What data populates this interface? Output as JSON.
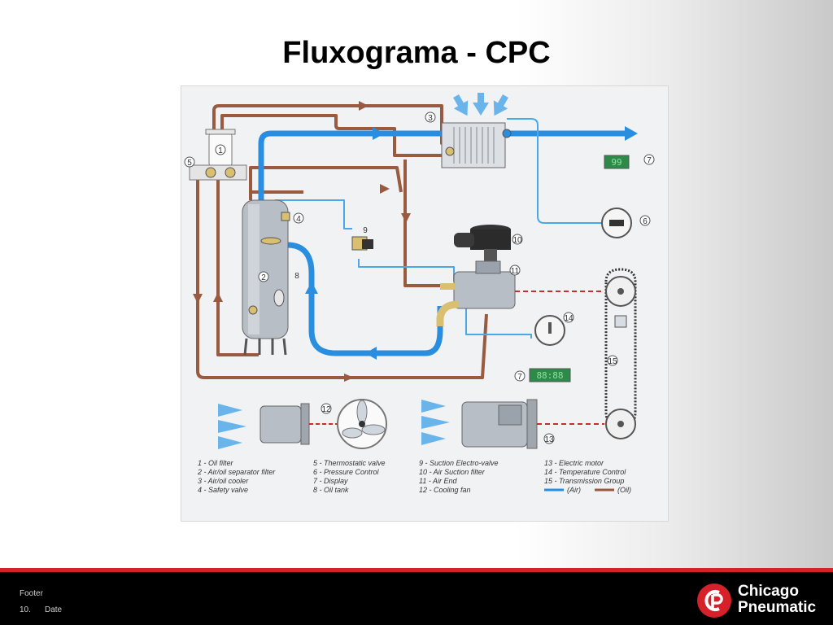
{
  "slide": {
    "title": "Fluxograma - CPC",
    "footer": "Footer",
    "page_number": "10.",
    "date": "Date"
  },
  "brand": {
    "line1": "Chicago",
    "line2": "Pneumatic",
    "accent_color": "#d6202a"
  },
  "colors": {
    "air": "#2a8ee0",
    "oil": "#9a5a40",
    "cooling_arrows": "#6ab4ec"
  },
  "diagram": {
    "numbers": [
      "1",
      "2",
      "3",
      "4",
      "5",
      "6",
      "7",
      "7",
      "8",
      "9",
      "10",
      "11",
      "12",
      "13",
      "14",
      "15"
    ],
    "display_values": [
      "99",
      "88:88"
    ],
    "legend": {
      "col1": [
        "1 - Oil filter",
        "2 - Air/oil separator filter",
        "3 - Air/oil cooler",
        "4 - Safety valve"
      ],
      "col2": [
        "5 - Thermostatic valve",
        "6 - Pressure Control",
        "7 - Display",
        "8 - Oil tank"
      ],
      "col3": [
        "9 - Suction Electro-valve",
        "10 - Air Suction filter",
        "11 - Air End",
        "12 - Cooling fan"
      ],
      "col4": [
        "13 - Electric motor",
        "14 - Temperature Control",
        "15 - Transmission Group"
      ],
      "air_label": "(Air)",
      "oil_label": "(Oil)"
    }
  }
}
